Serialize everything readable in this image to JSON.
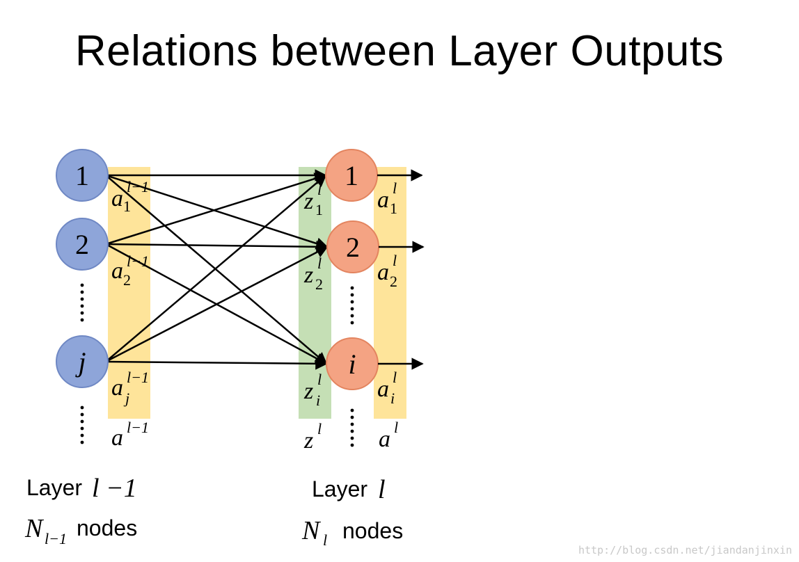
{
  "title": "Relations between Layer Outputs",
  "colors": {
    "left_node_fill": "#8ea5d9",
    "left_node_stroke": "#6f88c4",
    "right_node_fill": "#f4a383",
    "right_node_stroke": "#e3845f",
    "activation_band": "#fee49a",
    "z_band": "#c5dfb5",
    "edge": "#000000"
  },
  "left_layer": {
    "nodes": [
      "1",
      "2",
      "j"
    ],
    "activation_symbol": "a",
    "superscript": "l−1",
    "subscripts": [
      "1",
      "2",
      "j"
    ],
    "vector_superscript": "l−1",
    "layer_label_word": "Layer",
    "layer_label_math": "l −1",
    "count_symbol": "N",
    "count_subscript": "l−1",
    "count_word": "nodes"
  },
  "right_layer": {
    "nodes": [
      "1",
      "2",
      "i"
    ],
    "z_symbol": "z",
    "activation_symbol": "a",
    "superscript": "l",
    "subscripts": [
      "1",
      "2",
      "i"
    ],
    "vector_superscript": "l",
    "layer_label_word": "Layer",
    "layer_label_math": "l",
    "count_symbol": "N",
    "count_subscript": "l",
    "count_word": "nodes"
  },
  "watermark": "http://blog.csdn.net/jiandanjinxin"
}
